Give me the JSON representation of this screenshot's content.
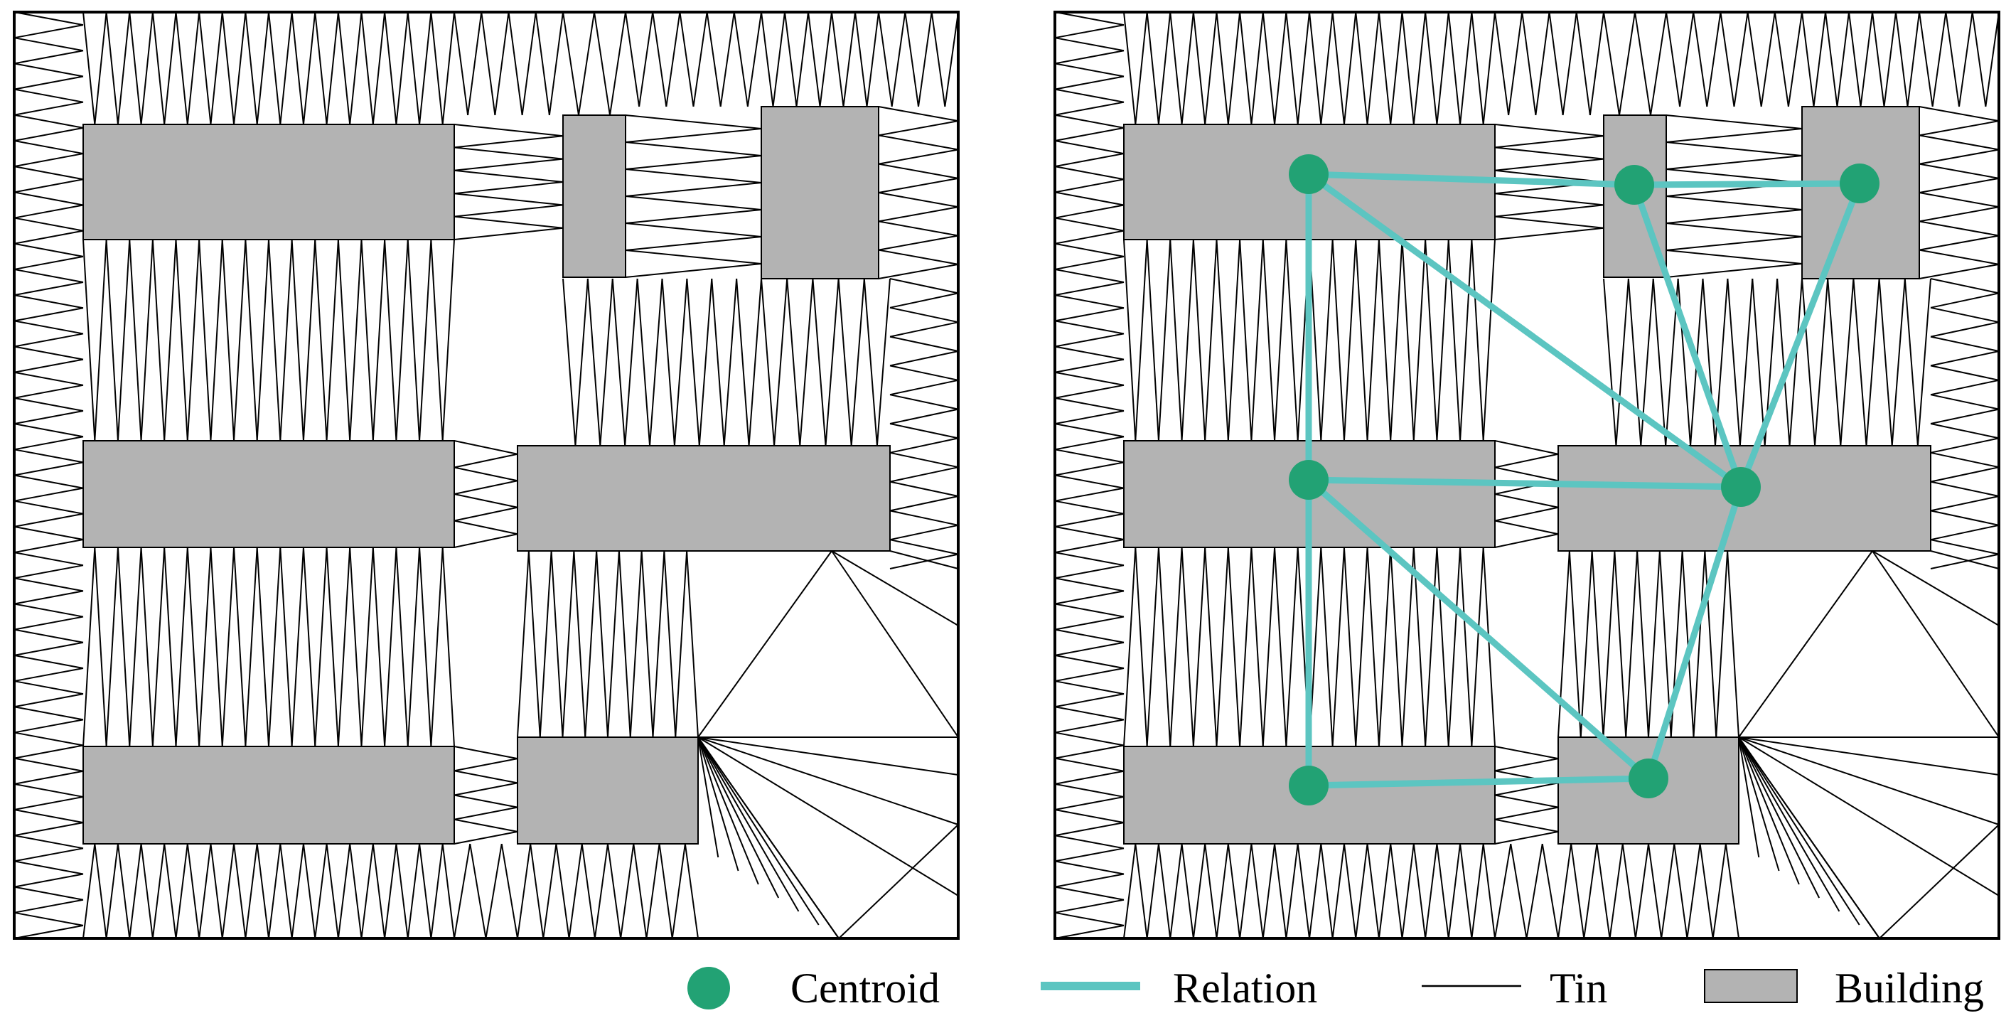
{
  "legend": {
    "centroid_label": "Centroid",
    "relation_label": "Relation",
    "tin_label": "Tin",
    "building_label": "Building"
  },
  "colors": {
    "building_fill": "#b3b3b3",
    "centroid": "#22a274",
    "relation": "#5cc5c1",
    "tin_line": "#000000",
    "background": "#ffffff"
  },
  "panels": [
    "left-panel-tin-only",
    "right-panel-tin-with-relations"
  ]
}
